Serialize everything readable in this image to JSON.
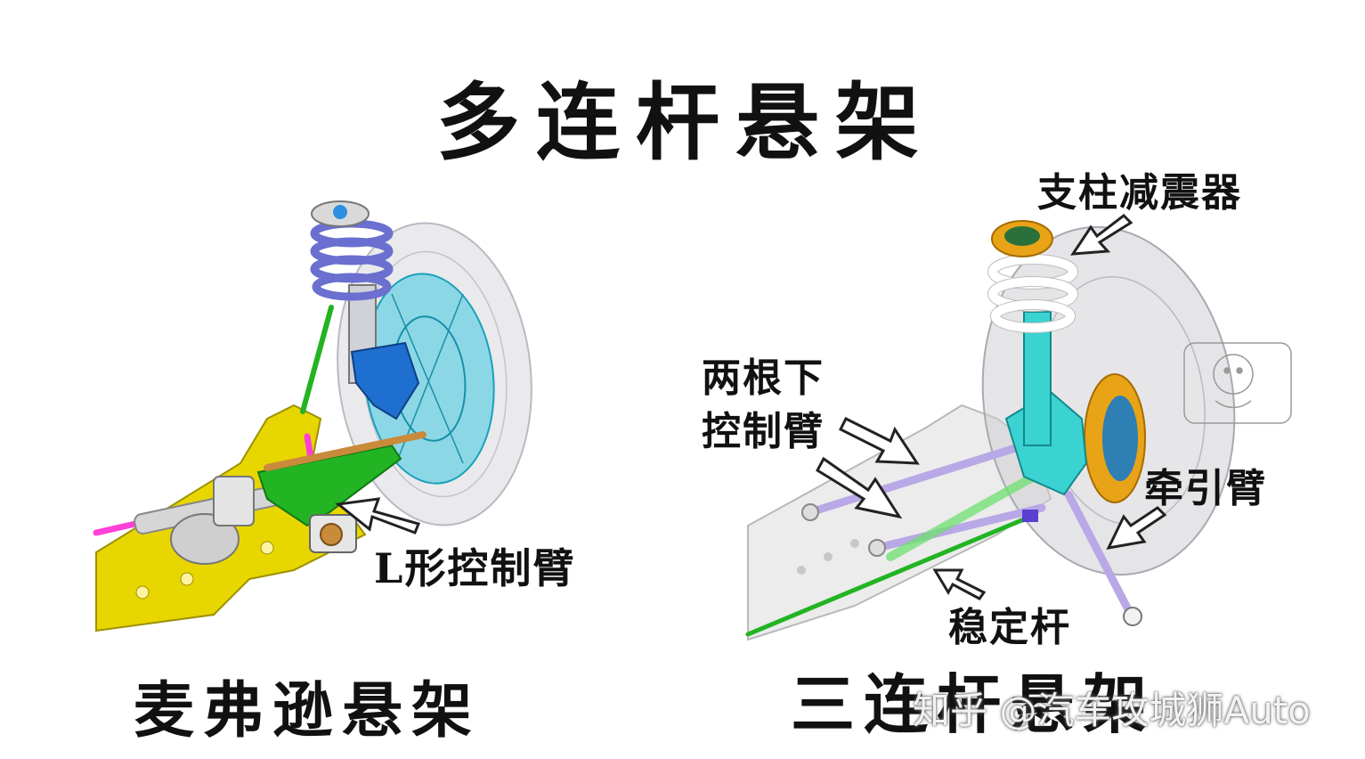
{
  "title": "多连杆悬架",
  "left_caption": "麦弗逊悬架",
  "right_caption": "三连杆悬架",
  "labels": {
    "strut_absorber": "支柱减震器",
    "lower_arm_line1": "两根下",
    "lower_arm_line2": "控制臂",
    "trailing_arm": "牵引臂",
    "stabilizer_bar": "稳定杆",
    "l_arm": "L形控制臂"
  },
  "watermark": "知乎 @汽车攻城狮Auto",
  "colors": {
    "subframe": "#e8d600",
    "spring": "#6a6fd0",
    "knuckle": "#1f6fd1",
    "wheel_rim": "#3ec7e0",
    "tire": "#cfcfd6",
    "anti_roll": "#ff3fd6",
    "link": "#22b422",
    "tie_rod": "#c98a3a",
    "strut_cap": "#e8a317",
    "arm_lavender": "#b9a8e6"
  }
}
